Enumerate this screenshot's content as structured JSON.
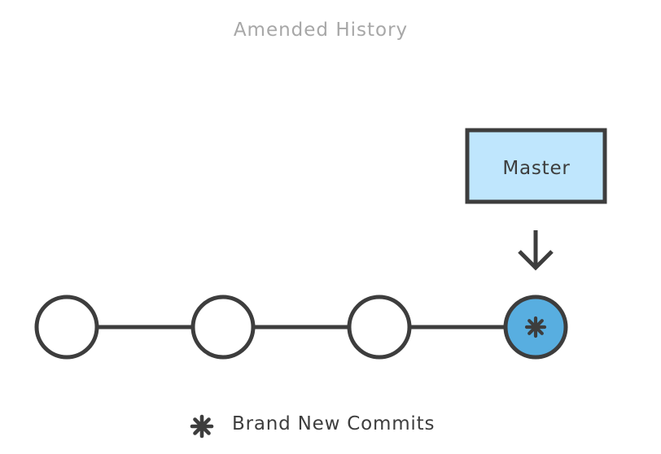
{
  "title": "Amended History",
  "branch": {
    "label": "Master",
    "fill_color": "#bfe6fd"
  },
  "commits": [
    {
      "kind": "existing",
      "fill_color": "#ffffff"
    },
    {
      "kind": "existing",
      "fill_color": "#ffffff"
    },
    {
      "kind": "existing",
      "fill_color": "#ffffff"
    },
    {
      "kind": "new",
      "fill_color": "#58aee0"
    }
  ],
  "legend": {
    "icon": "asterisk-icon",
    "label": "Brand New Commits"
  },
  "colors": {
    "stroke": "#3d3d3d",
    "title": "#a7a7a7"
  }
}
